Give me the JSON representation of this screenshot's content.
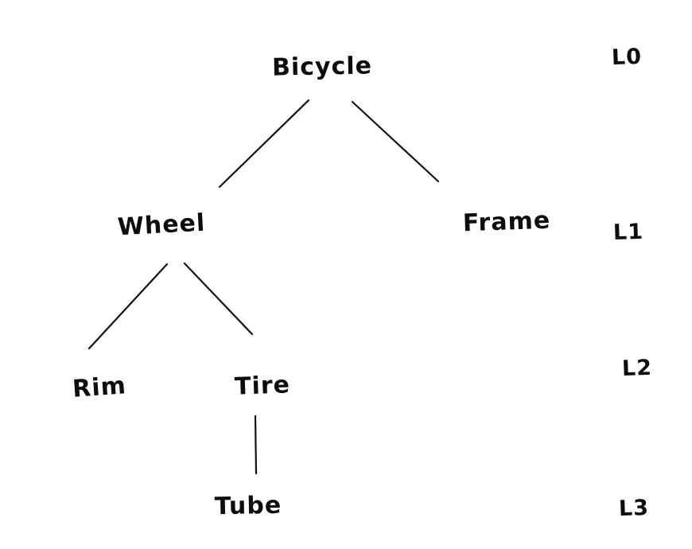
{
  "diagram": {
    "type": "tree",
    "nodes": [
      {
        "id": "bicycle",
        "label": "Bicycle",
        "level": 0
      },
      {
        "id": "wheel",
        "label": "Wheel",
        "level": 1
      },
      {
        "id": "frame",
        "label": "Frame",
        "level": 1
      },
      {
        "id": "rim",
        "label": "Rim",
        "level": 2
      },
      {
        "id": "tire",
        "label": "Tire",
        "level": 2
      },
      {
        "id": "tube",
        "label": "Tube",
        "level": 3
      }
    ],
    "edges": [
      {
        "from": "bicycle",
        "to": "wheel"
      },
      {
        "from": "bicycle",
        "to": "frame"
      },
      {
        "from": "wheel",
        "to": "rim"
      },
      {
        "from": "wheel",
        "to": "tire"
      },
      {
        "from": "tire",
        "to": "tube"
      }
    ],
    "level_labels": [
      {
        "label": "L0"
      },
      {
        "label": "L1"
      },
      {
        "label": "L2"
      },
      {
        "label": "L3"
      }
    ],
    "ink_color": "#0d0d0d",
    "background_color": "#ffffff"
  }
}
